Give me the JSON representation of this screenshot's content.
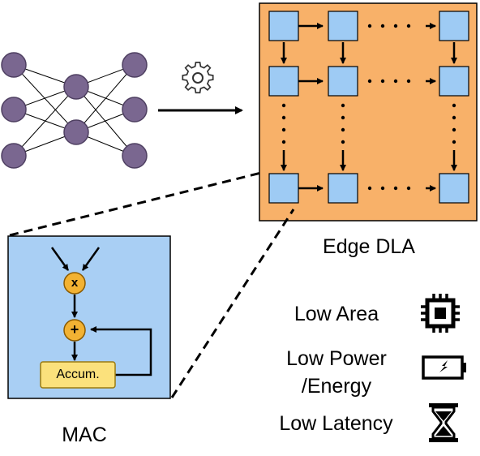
{
  "diagram": {
    "accelerator_label": "Edge DLA",
    "mac_label": "MAC",
    "accumulator_label": "Accum.",
    "multiply_symbol": "x",
    "add_symbol": "+",
    "properties": [
      {
        "text": "Low Area",
        "icon": "chip-icon"
      },
      {
        "text": "Low Power\n/Energy",
        "icon": "battery-icon"
      },
      {
        "text": "Low Latency",
        "icon": "hourglass-icon"
      }
    ],
    "colors": {
      "neuron": "#7a6790",
      "accelerator_bg": "#f8b169",
      "pe_fill": "#9ecbf4",
      "mac_bg": "#a9cff4",
      "operator_fill": "#f2b233",
      "accumulator_fill": "#fbe17c"
    }
  }
}
